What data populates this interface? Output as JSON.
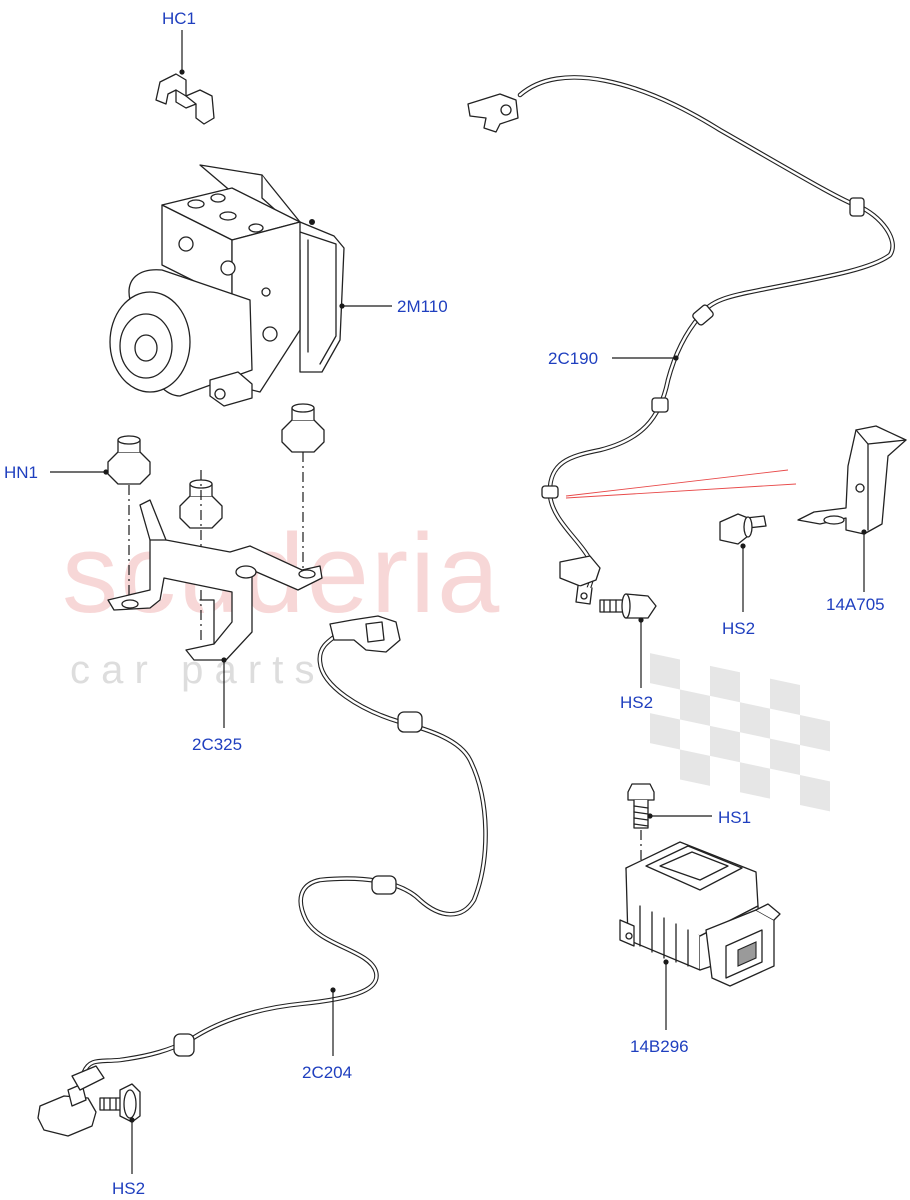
{
  "watermark": {
    "main": "scuderia",
    "sub": "c a r   p a r t s"
  },
  "callouts": {
    "hc1": "HC1",
    "m2m110": "2M110",
    "hn1": "HN1",
    "c2c325": "2C325",
    "c2c190": "2C190",
    "a14a705": "14A705",
    "hs2_right": "HS2",
    "hs2_center": "HS2",
    "hs1": "HS1",
    "b14b296": "14B296",
    "c2c204": "2C204",
    "hs2_bottom": "HS2"
  },
  "colors": {
    "callout_text": "#1f3fbf",
    "watermark_red": "#f2b8b8",
    "line": "#222222"
  }
}
